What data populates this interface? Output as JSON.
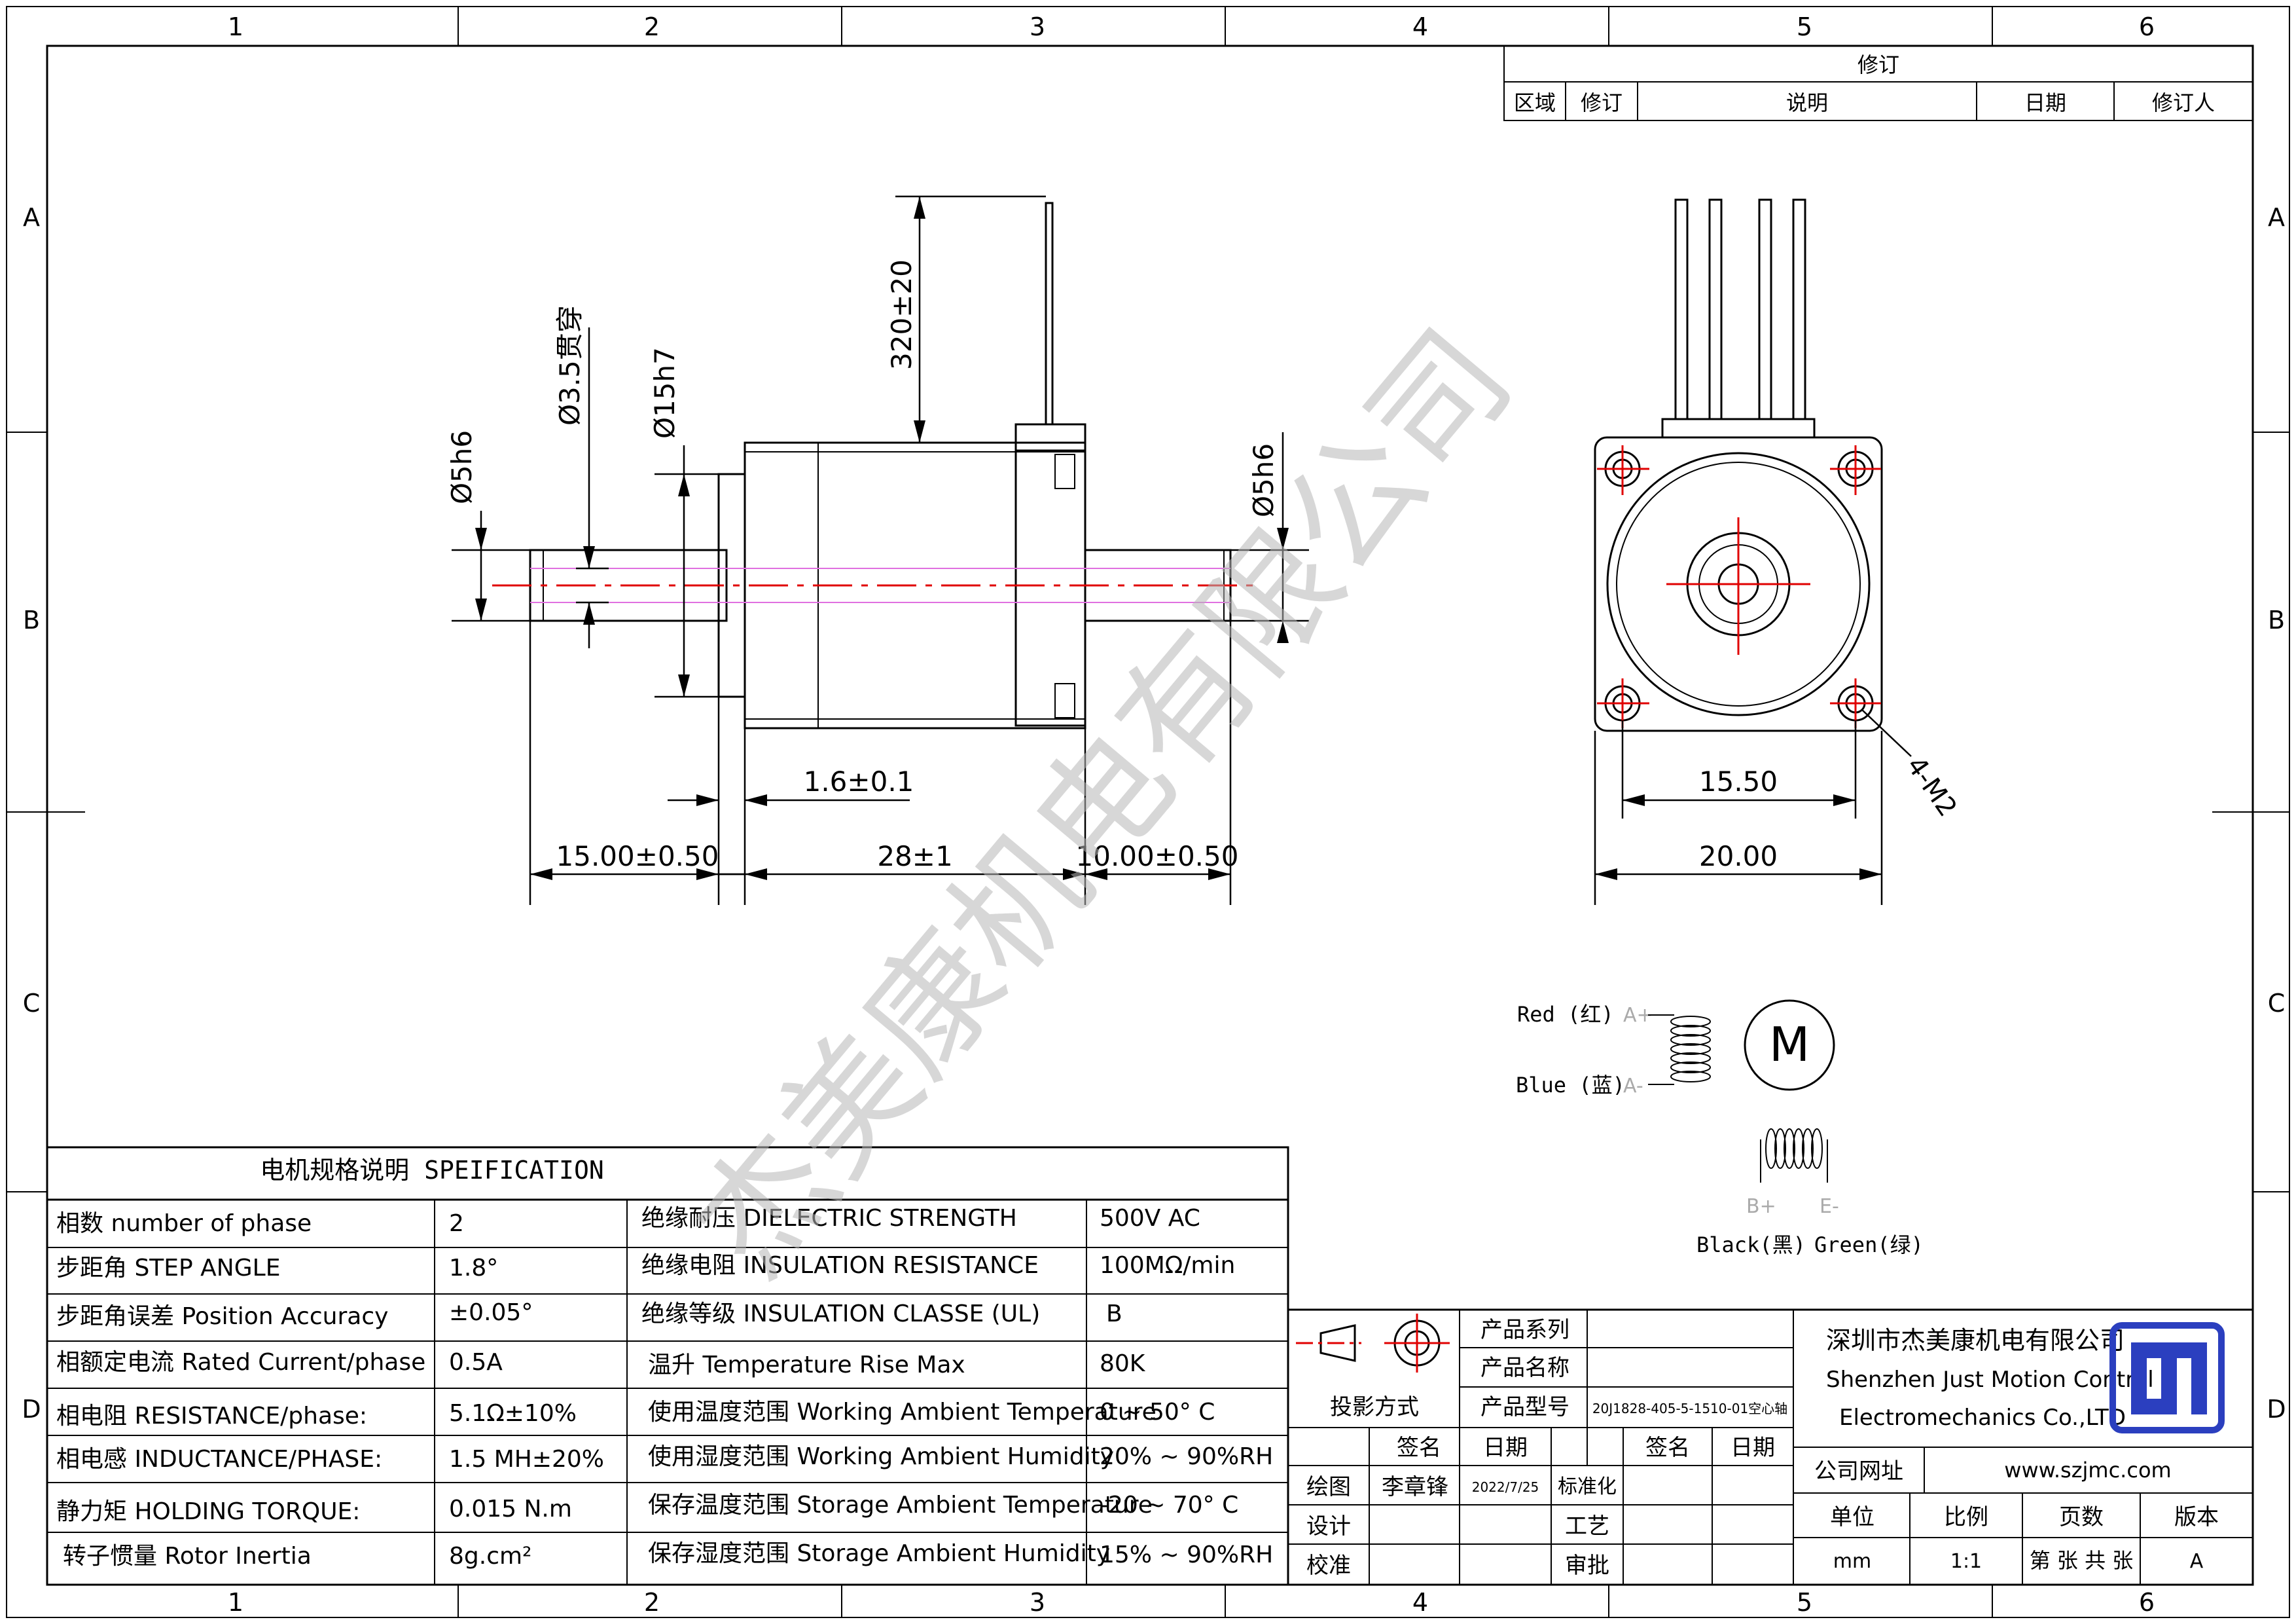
{
  "zones": {
    "cols": [
      "1",
      "2",
      "3",
      "4",
      "5",
      "6"
    ],
    "rows": [
      "A",
      "B",
      "C",
      "D"
    ]
  },
  "revision": {
    "title": "修订",
    "headers": [
      "区域",
      "修订",
      "说明",
      "日期",
      "修订人"
    ]
  },
  "side_view": {
    "dims": {
      "shaft_left": "Ø5h6",
      "bore": "Ø3.5贯穿",
      "pilot": "Ø15h7",
      "lead_length": "320±20",
      "shaft_right": "Ø5h6",
      "flange": "1.6±0.1",
      "left_ext": "15.00±0.50",
      "body": "28±1",
      "right_ext": "10.00±0.50"
    }
  },
  "front_view": {
    "dims": {
      "bolt": "15.50",
      "square": "20.00",
      "holes": "4-M2"
    }
  },
  "wiring": {
    "a_plus_color": "Red (红)",
    "a_plus": "A+",
    "a_minus_color": "Blue (蓝)",
    "a_minus": "A-",
    "motor": "M",
    "b_plus": "B+",
    "b_minus": "E-",
    "b_plus_color": "Black(黑)",
    "b_minus_color": "Green(绿)"
  },
  "watermark": "杰美康机电有限公司",
  "spec": {
    "title": "电机规格说明 SPEIFICATION",
    "rows": [
      [
        "相数 number of phase",
        "2",
        "绝缘耐压 DIELECTRIC STRENGTH",
        "500V AC"
      ],
      [
        "步距角 STEP ANGLE",
        "1.8°",
        "绝缘电阻 INSULATION RESISTANCE",
        "100MΩ/min"
      ],
      [
        "步距角误差 Position Accuracy",
        "±0.05°",
        "绝缘等级 INSULATION CLASSE (UL)",
        "B"
      ],
      [
        "相额定电流 Rated Current/phase",
        "0.5A",
        "温升 Temperature Rise Max",
        "80K"
      ],
      [
        "相电阻 RESISTANCE/phase:",
        "5.1Ω±10%",
        "使用温度范围 Working Ambient Temperature",
        "0 ~ 50° C"
      ],
      [
        "相电感 INDUCTANCE/PHASE:",
        "1.5 MH±20%",
        "使用湿度范围 Working Ambient Humidity",
        "20% ~ 90%RH"
      ],
      [
        "静力矩 HOLDING TORQUE:",
        "0.015 N.m",
        "保存温度范围 Storage Ambient Temperature",
        "-20 ~ 70° C"
      ],
      [
        "转子惯量 Rotor Inertia",
        "8g.cm²",
        "保存湿度范围 Storage Ambient Humidity",
        "15% ~ 90%RH"
      ]
    ]
  },
  "title_block": {
    "projection": "投影方式",
    "product_series": "产品系列",
    "product_name": "产品名称",
    "product_model": "产品型号",
    "model_value": "20J1828-405-5-1510-01空心轴",
    "sign": "签名",
    "date": "日期",
    "sign2": "签名",
    "date2": "日期",
    "draw": "绘图",
    "drawer": "李章锋",
    "draw_date": "2022/7/25",
    "standard": "标准化",
    "design": "设计",
    "process": "工艺",
    "check": "校准",
    "approve": "审批",
    "company_cn": "深圳市杰美康机电有限公司",
    "company_en1": "Shenzhen Just Motion Control",
    "company_en2": "Electromechanics Co.,LTD",
    "website_label": "公司网址",
    "website": "www.szjmc.com",
    "unit_label": "单位",
    "scale_label": "比例",
    "pages_label": "页数",
    "version_label": "版本",
    "unit": "mm",
    "scale": "1:1",
    "pages": "第 张 共 张",
    "version": "A"
  }
}
